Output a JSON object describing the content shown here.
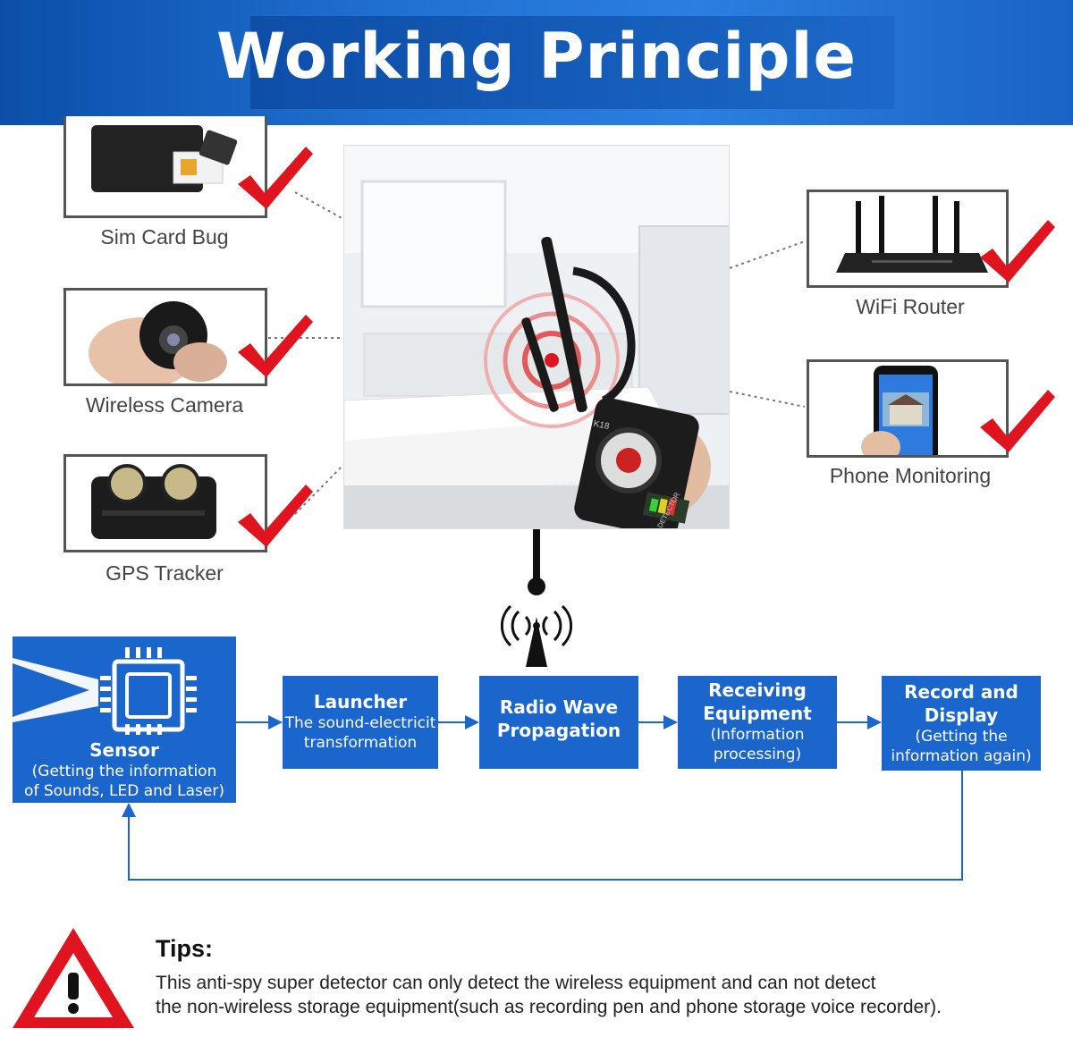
{
  "header": {
    "title": "Working Principle"
  },
  "devices": {
    "sim_card_bug": "Sim Card Bug",
    "wireless_camera": "Wireless Camera",
    "gps_tracker": "GPS Tracker",
    "wifi_router": "WiFi Router",
    "phone_monitoring": "Phone Monitoring"
  },
  "flow": {
    "sensor": {
      "title": "Sensor",
      "sub1": "(Getting the information",
      "sub2": "of Sounds, LED and Laser)"
    },
    "launcher": {
      "title": "Launcher",
      "sub1": "The sound-electricit",
      "sub2": "transformation"
    },
    "radio": {
      "title1": "Radio Wave",
      "title2": "Propagation"
    },
    "receiving": {
      "title1": "Receiving",
      "title2": "Equipment",
      "sub1": "(Information",
      "sub2": "processing)"
    },
    "record": {
      "title1": "Record and",
      "title2": "Display",
      "sub1": "(Getting the",
      "sub2": "information again)"
    }
  },
  "tips": {
    "title": "Tips:",
    "line1": "This anti-spy super detector can only detect the wireless equipment and can not detect",
    "line2": "the non-wireless storage equipment(such as recording pen and phone storage voice recorder)."
  },
  "device_screen": {
    "model": "K18",
    "label": "RF DETECTOR"
  },
  "colors": {
    "header_blue": "#1a66cc",
    "check_red": "#e0141e",
    "warning_red": "#e0141e"
  }
}
